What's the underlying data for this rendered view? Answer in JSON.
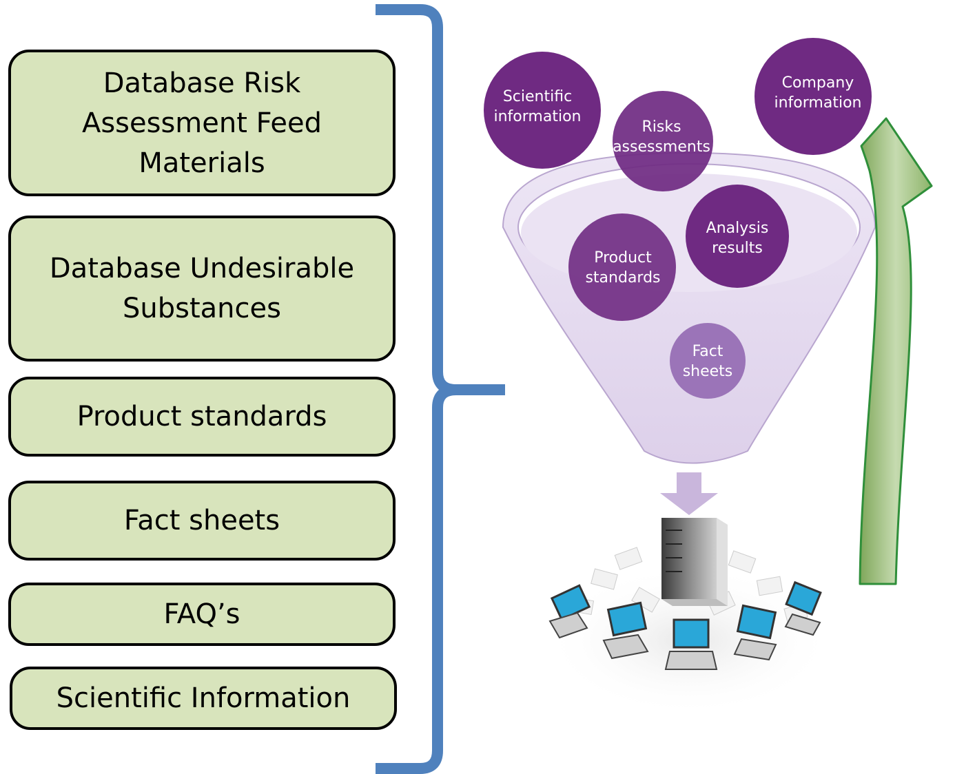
{
  "left_boxes": [
    {
      "label": "Database Risk Assessment Feed Materials"
    },
    {
      "label": "Database Undesirable Substances"
    },
    {
      "label": "Product standards"
    },
    {
      "label": "Fact sheets"
    },
    {
      "label": "FAQ’s"
    },
    {
      "label": "Scientific Information"
    }
  ],
  "bubbles": {
    "scientific": {
      "line1": "Scientific",
      "line2": "information"
    },
    "risks": {
      "line1": "Risks",
      "line2": "assessments"
    },
    "company": {
      "line1": "Company",
      "line2": "information"
    },
    "analysis": {
      "line1": "Analysis",
      "line2": "results"
    },
    "product": {
      "line1": "Product",
      "line2": "standards"
    },
    "fact": {
      "line1": "Fact",
      "line2": "sheets"
    }
  },
  "colors": {
    "box_fill": "#d8e4bc",
    "box_border": "#000000",
    "brace": "#4f81bd",
    "bubble": "#6f2a82",
    "bubble_light": "#9b74b8",
    "funnel": "#e5dcef",
    "arrow_green": "#9bbb59"
  },
  "icons": {
    "brace": "curly-brace-icon",
    "funnel": "funnel-icon",
    "network": "server-network-icon",
    "loop_arrow": "curved-arrow-icon"
  }
}
